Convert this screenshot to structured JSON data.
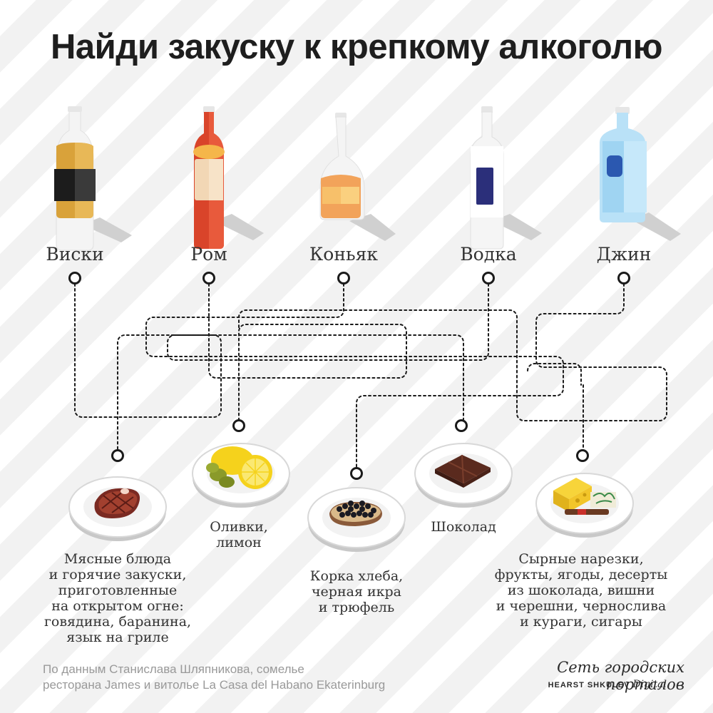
{
  "title": "Найди закуску к крепкому алкоголю",
  "drinks": [
    {
      "name": "Виски",
      "icon": "whisky-bottle-icon"
    },
    {
      "name": "Ром",
      "icon": "rum-bottle-icon"
    },
    {
      "name": "Коньяк",
      "icon": "cognac-bottle-icon"
    },
    {
      "name": "Водка",
      "icon": "vodka-bottle-icon"
    },
    {
      "name": "Джин",
      "icon": "gin-bottle-icon"
    }
  ],
  "foods": [
    {
      "lines": [
        "Мясные блюда",
        "и горячие закуски,",
        "приготовленные",
        "на открытом огне:",
        "говядина, баранина,",
        "язык на гриле"
      ],
      "icon": "steak-icon"
    },
    {
      "lines": [
        "Оливки,",
        "лимон"
      ],
      "icon": "olives-lemon-icon"
    },
    {
      "lines": [
        "Корка хлеба,",
        "черная икра",
        "и трюфель"
      ],
      "icon": "caviar-bread-icon"
    },
    {
      "lines": [
        "Шоколад"
      ],
      "icon": "chocolate-icon"
    },
    {
      "lines": [
        "Сырные нарезки,",
        "фрукты, ягоды, десерты",
        "из шоколада, вишни",
        "и черешни, чернослива",
        "и кураги, сигары"
      ],
      "icon": "cheese-cigar-icon"
    }
  ],
  "source": [
    "По данным Станислава Шляпникова, сомелье",
    "ресторана James и витолье La Casa del Habano Ekaterinburg"
  ],
  "logo": {
    "script": "Сеть городских порталов",
    "brand": "HEARST SHKULEV",
    "digital": "Digital"
  },
  "colors": {
    "line": "#1a1a1a",
    "whisky": "#d9a23a",
    "rum": "#d9442a",
    "cognac": "#f2a35a",
    "vodka": "#2b2f7a",
    "gin": "#9fd4f2"
  }
}
